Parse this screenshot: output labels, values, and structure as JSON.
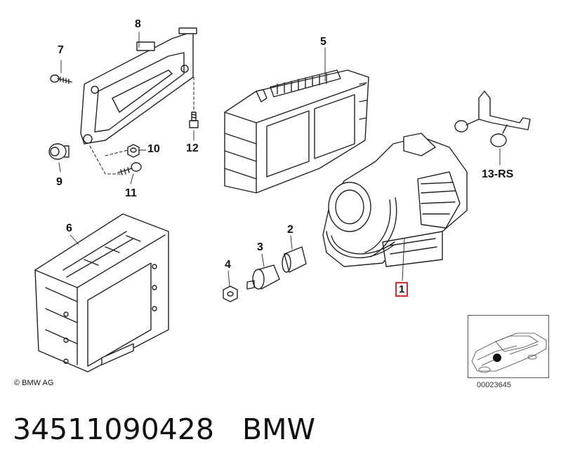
{
  "diagram": {
    "callouts": {
      "c1": "1",
      "c2": "2",
      "c3": "3",
      "c4": "4",
      "c5": "5",
      "c6": "6",
      "c7": "7",
      "c8": "8",
      "c9": "9",
      "c10": "10",
      "c11": "11",
      "c12": "12",
      "c13": "13-RS"
    },
    "copyright": "© BMW AG",
    "reference_number": "00023645",
    "highlight_color": "#d62b2b"
  },
  "caption": {
    "part_number": "34511090428",
    "brand": "BMW"
  }
}
